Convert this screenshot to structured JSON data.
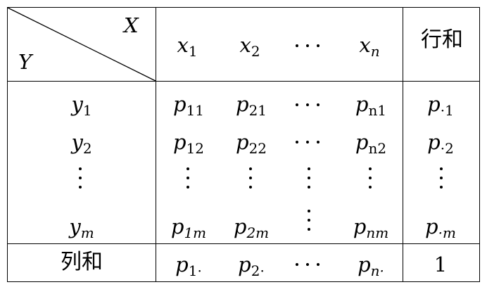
{
  "header": {
    "corner_col_var": "X",
    "corner_row_var": "Y",
    "columns": [
      {
        "base": "x",
        "sub": "1"
      },
      {
        "base": "x",
        "sub": "2"
      },
      {
        "base": "",
        "sub": ""
      },
      {
        "base": "x",
        "sub": "n"
      }
    ],
    "row_sum_label": "行和"
  },
  "rows": [
    {
      "label": {
        "base": "y",
        "sub": "1"
      },
      "cells": [
        {
          "base": "p",
          "sub": "11"
        },
        {
          "base": "p",
          "sub": "21"
        },
        {
          "base": "",
          "sub": ""
        },
        {
          "base": "p",
          "sub": "n1"
        }
      ],
      "sum": {
        "base": "p",
        "sub": "·1"
      }
    },
    {
      "label": {
        "base": "y",
        "sub": "2"
      },
      "cells": [
        {
          "base": "p",
          "sub": "12"
        },
        {
          "base": "p",
          "sub": "22"
        },
        {
          "base": "",
          "sub": ""
        },
        {
          "base": "p",
          "sub": "n2"
        }
      ],
      "sum": {
        "base": "p",
        "sub": "·2"
      }
    },
    {
      "label": {
        "base": "y",
        "sub": "m"
      },
      "cells": [
        {
          "base": "p",
          "sub": "1m"
        },
        {
          "base": "p",
          "sub": "2m"
        },
        {
          "base": "",
          "sub": ""
        },
        {
          "base": "p",
          "sub": "nm"
        }
      ],
      "sum": {
        "base": "p",
        "sub": "·m"
      }
    }
  ],
  "footer": {
    "col_sum_label": "列和",
    "cells": [
      {
        "base": "p",
        "sub": "1·"
      },
      {
        "base": "p",
        "sub": "2·"
      },
      {
        "base": "",
        "sub": ""
      },
      {
        "base": "p",
        "sub": "n·"
      }
    ],
    "total": "1"
  }
}
